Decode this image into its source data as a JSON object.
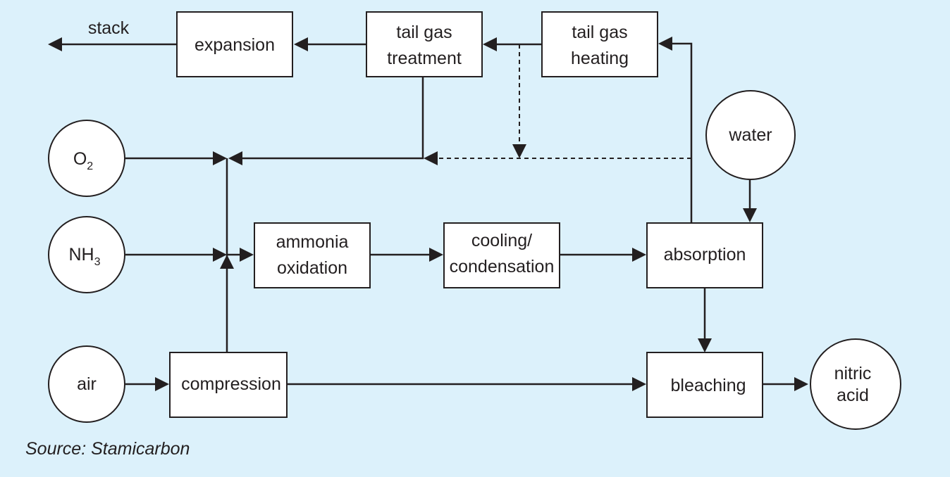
{
  "nodes": {
    "expansion": "expansion",
    "tail_gas_treatment": [
      "tail gas",
      "treatment"
    ],
    "tail_gas_heating": [
      "tail gas",
      "heating"
    ],
    "ammonia_oxidation": [
      "ammonia",
      "oxidation"
    ],
    "cooling_condensation": [
      "cooling/",
      "condensation"
    ],
    "absorption": "absorption",
    "compression": "compression",
    "bleaching": "bleaching"
  },
  "inputs": {
    "oxygen": {
      "base": "O",
      "sub": "2"
    },
    "ammonia": {
      "base": "NH",
      "sub": "3"
    },
    "air": "air",
    "water": "water"
  },
  "outputs": {
    "stack": "stack",
    "nitric_acid": [
      "nitric",
      "acid"
    ]
  },
  "source": "Source: Stamicarbon",
  "colors": {
    "background": "#dcf1fb",
    "box_fill": "#ffffff",
    "stroke": "#231f20"
  }
}
